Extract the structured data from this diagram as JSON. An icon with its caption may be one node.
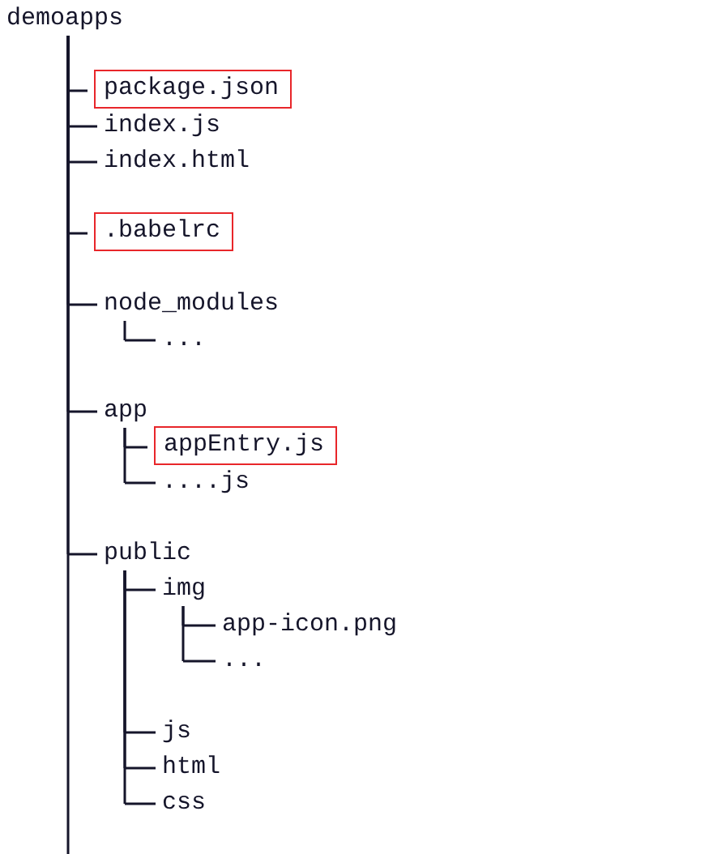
{
  "diagram": {
    "nodes": [
      {
        "text": [
          "demoapps"
        ]
      },
      {
        "text": [],
        "shape": "box"
      },
      {
        "text": [
          "package.json"
        ],
        "in": 1
      },
      {
        "text": [
          "index.js"
        ]
      },
      {
        "text": [
          "index.html"
        ]
      },
      {
        "text": [],
        "shape": "box"
      },
      {
        "text": [
          ".babelrc"
        ],
        "in": 5
      },
      {
        "text": [
          "node_modules"
        ]
      },
      {
        "text": [
          "..."
        ]
      },
      {
        "text": [
          "app"
        ]
      },
      {
        "text": [],
        "shape": "box"
      },
      {
        "text": [
          "appEntry.js"
        ],
        "in": 10
      },
      {
        "text": [
          "....js"
        ]
      },
      {
        "text": [
          "public"
        ]
      },
      {
        "text": [
          "img"
        ]
      },
      {
        "text": [
          "app-icon.png"
        ]
      },
      {
        "text": [
          "..."
        ]
      },
      {
        "text": [
          "js"
        ]
      },
      {
        "text": [
          "html"
        ]
      },
      {
        "text": [
          "css"
        ]
      }
    ],
    "edges": [
      {
        "from": 0,
        "to": 1,
        "arrow": "none"
      },
      {
        "from": 0,
        "to": 3,
        "arrow": "none"
      },
      {
        "from": 0,
        "to": 4,
        "arrow": "none"
      },
      {
        "from": 0,
        "to": 5,
        "arrow": "none"
      },
      {
        "from": 0,
        "to": 7,
        "arrow": "none"
      },
      {
        "from": 7,
        "to": 8,
        "arrow": "none"
      },
      {
        "from": 0,
        "to": 9,
        "arrow": "none"
      },
      {
        "from": 9,
        "to": 10,
        "arrow": "none"
      },
      {
        "from": 9,
        "to": 12,
        "arrow": "none"
      },
      {
        "from": 0,
        "to": 13,
        "arrow": "none"
      },
      {
        "from": 13,
        "to": 14,
        "arrow": "none"
      },
      {
        "from": 14,
        "to": 15,
        "arrow": "none"
      },
      {
        "from": 14,
        "to": 16,
        "arrow": "none"
      },
      {
        "from": 13,
        "to": 17,
        "arrow": "none"
      },
      {
        "from": 13,
        "to": 18,
        "arrow": "none"
      },
      {
        "from": 13,
        "to": 19,
        "arrow": "none"
      }
    ]
  }
}
